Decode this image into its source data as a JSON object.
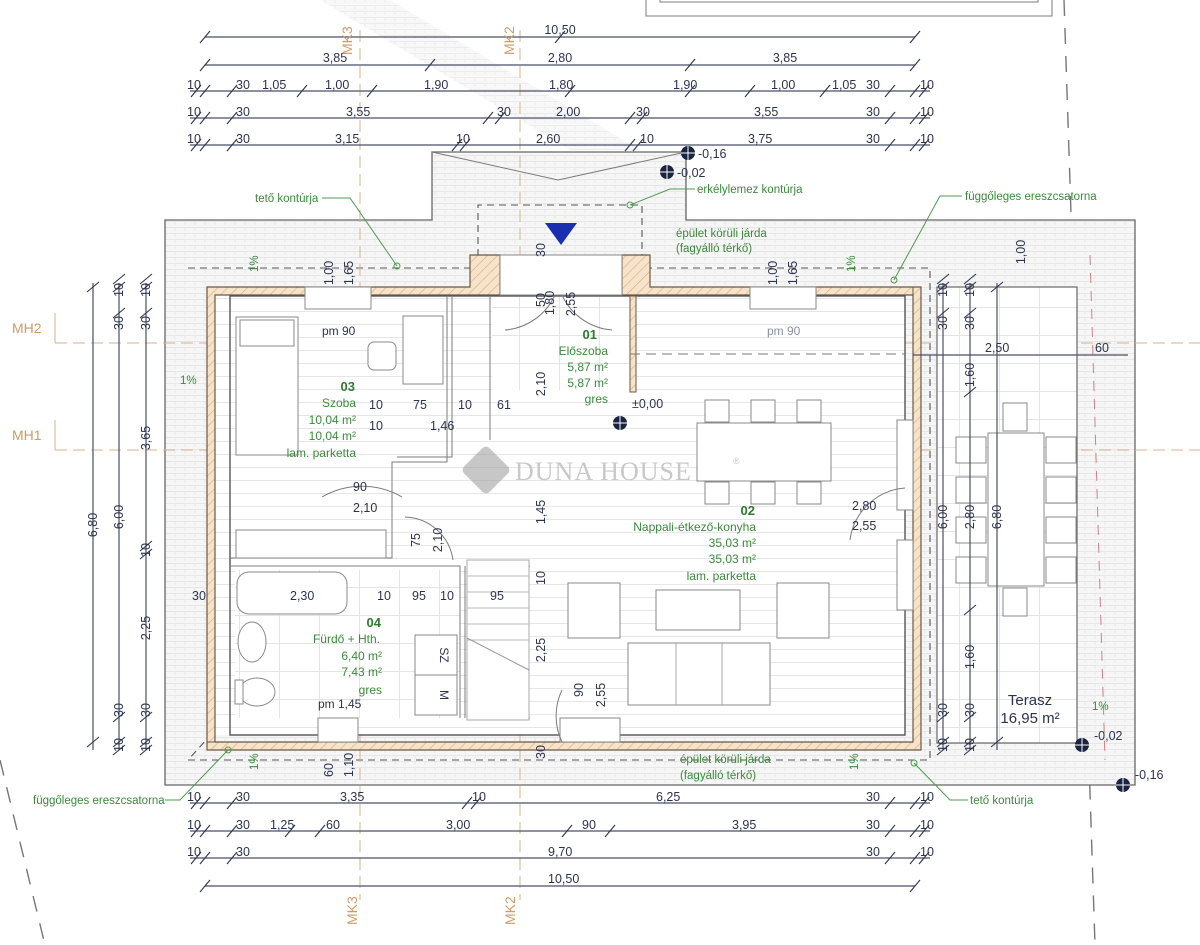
{
  "plan": {
    "title": "Földszint alaprajz",
    "watermark": "DUNA HOUSE",
    "watermark_mark": "®",
    "axes": {
      "h": [
        "MH2",
        "MH1"
      ],
      "v": [
        "MK3",
        "MK2"
      ]
    },
    "top_dims": {
      "row1": [
        "10,50"
      ],
      "row2": [
        "3,85",
        "2,80",
        "3,85"
      ],
      "row3": [
        "10",
        "30",
        "1,05",
        "1,00",
        "1,90",
        "1,80",
        "1,90",
        "1,00",
        "1,05",
        "30",
        "10"
      ],
      "row4": [
        "10",
        "30",
        "3,55",
        "30",
        "2,00",
        "30",
        "3,55",
        "30",
        "10"
      ],
      "row5": [
        "10",
        "30",
        "3,15",
        "10",
        "2,60",
        "10",
        "3,75",
        "30",
        "10"
      ]
    },
    "bottom_dims": {
      "row1": [
        "10",
        "30",
        "3,35",
        "10",
        "6,25",
        "30",
        "10"
      ],
      "row2": [
        "10",
        "30",
        "1,25",
        "60",
        "3,00",
        "90",
        "3,95",
        "30",
        "10"
      ],
      "row3": [
        "10",
        "30",
        "9,70",
        "30",
        "10"
      ],
      "row4": [
        "10,50"
      ]
    },
    "left_dims": {
      "outer": "6,80",
      "middle": [
        "10",
        "30",
        "6,00",
        "30",
        "10"
      ],
      "inner": [
        "10",
        "30",
        "3,65",
        "10",
        "2,25",
        "30",
        "10"
      ]
    },
    "right_dims": {
      "col1": [
        "10",
        "30",
        "6,00",
        "30",
        "10"
      ],
      "col2": [
        "10",
        "30",
        "1,60",
        "2,80",
        "1,60",
        "30",
        "10"
      ],
      "col3": "6,80",
      "terrace_width": "2,50",
      "overhang": "60",
      "top_offset": "1,00"
    },
    "levels": [
      "-0,16",
      "-0,02",
      "±0,00",
      "-0,02",
      "-0,16"
    ],
    "labels": {
      "roof_contour": "tető kontúrja",
      "balcony_contour": "erkélylemez kontúrja",
      "downpipe": "függőleges ereszcsatorna",
      "pavement_1": "épület körüli járda",
      "pavement_2": "(fagyálló térkő)",
      "slope": "1%"
    },
    "rooms": [
      {
        "num": "01",
        "name": "Előszoba",
        "area1": "5,87 m²",
        "area2": "5,87 m²",
        "floor": "gres"
      },
      {
        "num": "02",
        "name": "Nappali-étkező-konyha",
        "area1": "35,03 m²",
        "area2": "35,03 m²",
        "floor": "lam. parketta"
      },
      {
        "num": "03",
        "name": "Szoba",
        "area1": "10,04 m²",
        "area2": "10,04 m²",
        "floor": "lam. parketta"
      },
      {
        "num": "04",
        "name": "Fürdő + Hth.",
        "area1": "6,40 m²",
        "area2": "7,43 m²",
        "floor": "gres"
      }
    ],
    "terrace": {
      "name": "Terasz",
      "area": "16,95 m²"
    },
    "sill_heights": {
      "room03": "pm 90",
      "room02": "pm 90",
      "bath": "pm 1,45"
    },
    "interior_dims": {
      "d1": "10",
      "d2": "75",
      "d3": "10",
      "d4": "61",
      "d5": "10",
      "d6": "1,46",
      "door03_w": "90",
      "door03_h": "2,10",
      "door_small_w": "75",
      "door_small_h": "2,10",
      "bath_w": "2,30",
      "b10a": "10",
      "b95a": "95",
      "b10b": "10",
      "b95b": "95",
      "left30": "30",
      "entry30": "30",
      "entry50": "50",
      "entry180": "1,80",
      "entry255": "2,55",
      "entry210": "2,10",
      "col145": "1,45",
      "col10": "10",
      "col225": "2,25",
      "col30": "30",
      "door_bot_w": "90",
      "door_bot_h": "2,55",
      "door_right_w": "2,80",
      "door_right_h": "2,55",
      "win_top_l1": "1,00",
      "win_top_l2": "1,65",
      "win_top_r1": "1,00",
      "win_top_r2": "1,65",
      "win_bot_1": "60",
      "win_bot_2": "1,10",
      "bath_sz": "SZ",
      "bath_m": "M"
    }
  }
}
